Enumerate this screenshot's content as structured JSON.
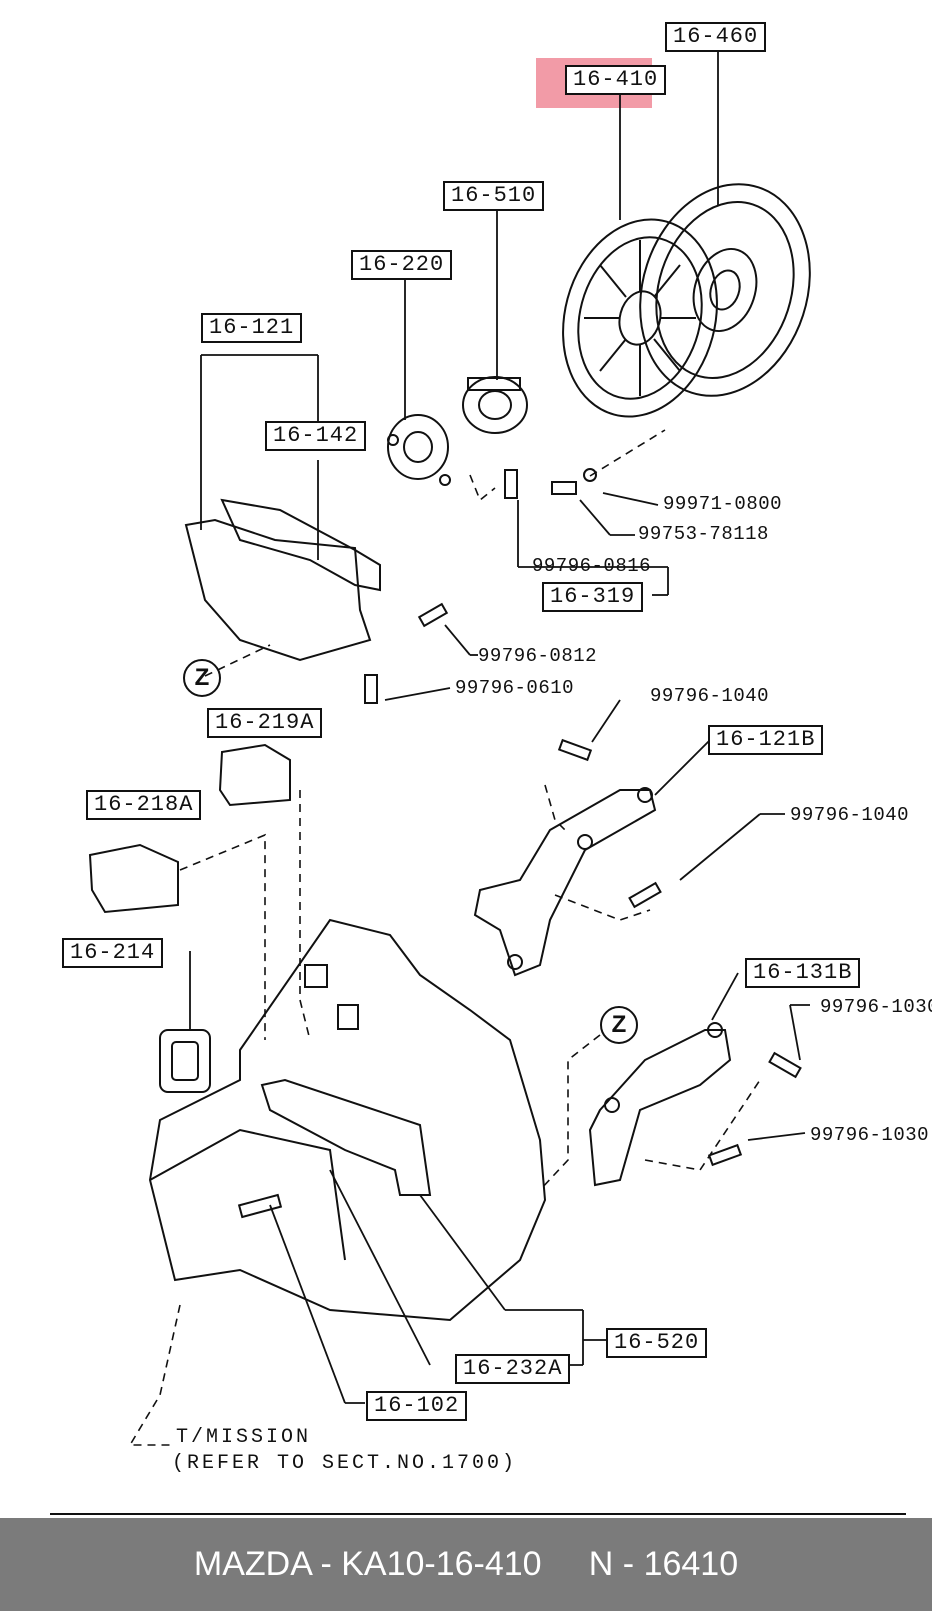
{
  "diagram": {
    "callouts": [
      {
        "id": "16-460",
        "text": "16-460"
      },
      {
        "id": "16-410",
        "text": "16-410",
        "highlighted": true
      },
      {
        "id": "16-510",
        "text": "16-510"
      },
      {
        "id": "16-220",
        "text": "16-220"
      },
      {
        "id": "16-121",
        "text": "16-121"
      },
      {
        "id": "16-142",
        "text": "16-142"
      },
      {
        "id": "16-319",
        "text": "16-319"
      },
      {
        "id": "16-219A",
        "text": "16-219A"
      },
      {
        "id": "16-218A",
        "text": "16-218A"
      },
      {
        "id": "16-121B",
        "text": "16-121B"
      },
      {
        "id": "16-214",
        "text": "16-214"
      },
      {
        "id": "16-131B",
        "text": "16-131B"
      },
      {
        "id": "16-520",
        "text": "16-520"
      },
      {
        "id": "16-232A",
        "text": "16-232A"
      },
      {
        "id": "16-102",
        "text": "16-102"
      }
    ],
    "part_numbers": [
      "99971-0800",
      "99753-78118",
      "99796-0816",
      "99796-0812",
      "99796-0610",
      "99796-1040",
      "99796-1040",
      "99796-1030",
      "99796-1030"
    ],
    "zone_mark": "Z",
    "note_line1": "T/MISSION",
    "note_line2": "(REFER TO SECT.NO.1700)",
    "highlight_color": "#f08a98"
  },
  "footer": {
    "text": "MAZDA - KA10-16-410     N - 16410",
    "background": "#7b7b7b"
  }
}
